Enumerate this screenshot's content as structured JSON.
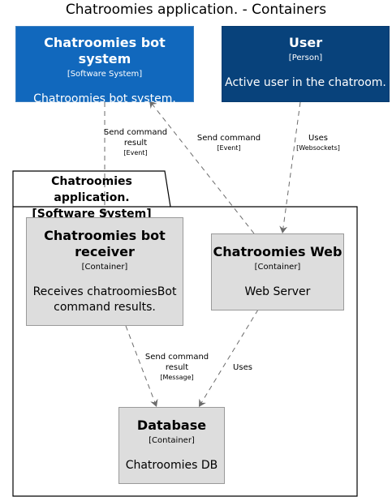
{
  "title": "Chatroomies application. - Containers",
  "bot_system": {
    "name": "Chatroomies bot system",
    "type": "[Software System]",
    "description": "Chatroomies bot system."
  },
  "user": {
    "name": "User",
    "type": "[Person]",
    "description": "Active user in the chatroom."
  },
  "boundary": {
    "line1": "Chatroomies application.",
    "line2": "[Software System]"
  },
  "receiver": {
    "name_line1": "Chatroomies bot",
    "name_line2": "receiver",
    "type": "[Container]",
    "desc_line1": "Receives chatroomiesBot",
    "desc_line2": "command results."
  },
  "web": {
    "name": "Chatroomies Web",
    "type": "[Container]",
    "description": "Web Server"
  },
  "database": {
    "name": "Database",
    "type": "[Container]",
    "description": "Chatroomies DB"
  },
  "relations": {
    "bot_to_receiver": {
      "line1": "Send command",
      "line2": "result",
      "tech": "[Event]"
    },
    "web_to_bot": {
      "line1": "Send command",
      "tech": "[Event]"
    },
    "user_to_web": {
      "line1": "Uses",
      "tech": "[Websockets]"
    },
    "receiver_to_db": {
      "line1": "Send command",
      "line2": "result",
      "tech": "[Message]"
    },
    "web_to_db": {
      "line1": "Uses"
    }
  },
  "colors": {
    "software_system": "#1168bd",
    "person": "#08427b",
    "container": "#dddddd",
    "arrow": "#6b6b6b"
  }
}
